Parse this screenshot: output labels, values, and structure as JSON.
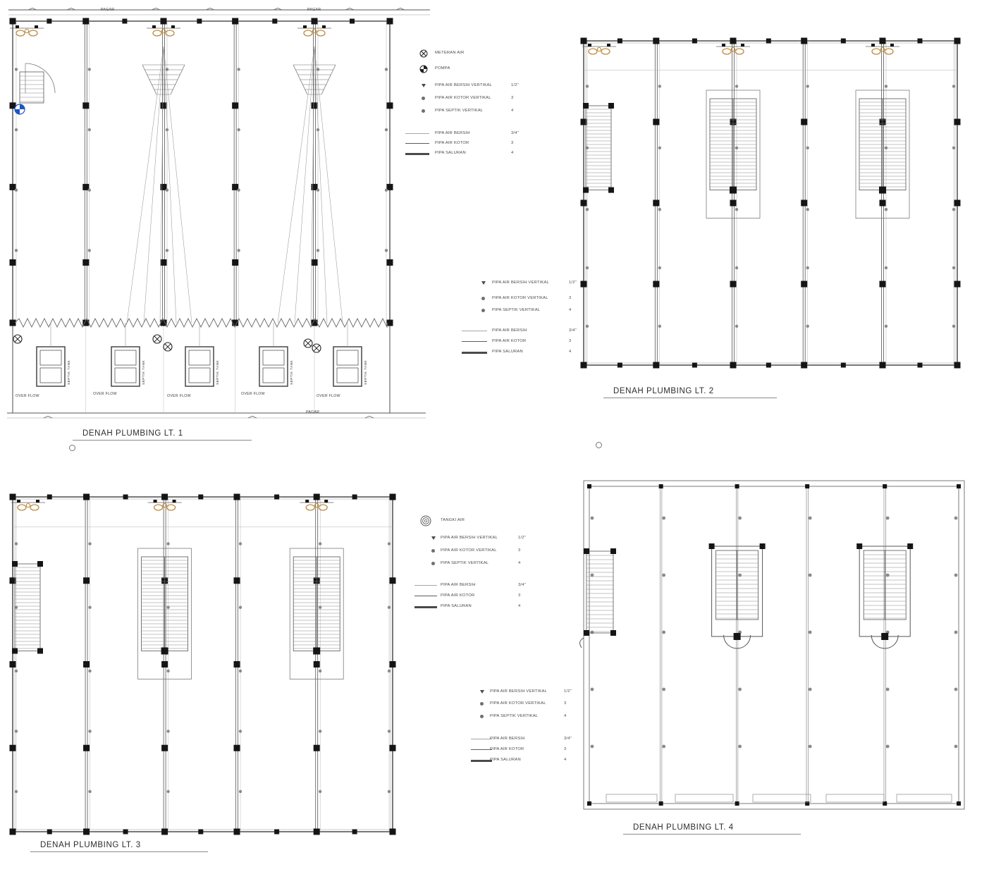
{
  "drawing": {
    "background": "#ffffff",
    "line_color": "#444444",
    "accent_orange": "#c08a3e",
    "accent_blue": "#1c55c0"
  },
  "plans": [
    {
      "title": "DENAH PLUMBING LT. 1",
      "annotations": {
        "pagar": "PAGAR",
        "septik_tank": "SEPTIK TANK",
        "over_flow": "OVER FLOW"
      },
      "legend": {
        "items": [
          {
            "icon": "water-meter",
            "label": "METERAN AIR",
            "size": ""
          },
          {
            "icon": "pump",
            "label": "POMPA",
            "size": ""
          },
          {
            "icon": "triangle-down",
            "label": "PIPA AIR BERSIH VERTIKAL",
            "size": "1/2\""
          },
          {
            "icon": "dot",
            "label": "PIPA AIR KOTOR VERTIKAL",
            "size": "3"
          },
          {
            "icon": "dot",
            "label": "PIPA SEPTIK VERTIKAL",
            "size": "4"
          },
          {
            "icon": "line-thin",
            "label": "PIPA AIR BERSIH",
            "size": "3/4\""
          },
          {
            "icon": "line-medium",
            "label": "PIPA AIR KOTOR",
            "size": "3"
          },
          {
            "icon": "line-thick",
            "label": "PIPA SALURAN",
            "size": "4"
          }
        ]
      }
    },
    {
      "title": "DENAH PLUMBING LT. 2",
      "legend": {
        "items": [
          {
            "icon": "triangle-down",
            "label": "PIPA AIR BERSIH VERTIKAL",
            "size": "1/2\""
          },
          {
            "icon": "dot",
            "label": "PIPA AIR KOTOR VERTIKAL",
            "size": "3"
          },
          {
            "icon": "dot",
            "label": "PIPA SEPTIK VERTIKAL",
            "size": "4"
          },
          {
            "icon": "line-thin",
            "label": "PIPA AIR BERSIH",
            "size": "3/4\""
          },
          {
            "icon": "line-medium",
            "label": "PIPA AIR KOTOR",
            "size": "3"
          },
          {
            "icon": "line-thick",
            "label": "PIPA SALURAN",
            "size": "4"
          }
        ]
      }
    },
    {
      "title": "DENAH PLUMBING LT. 3",
      "legend": {
        "items": [
          {
            "icon": "water-tank",
            "label": "TANGKI AIR",
            "size": ""
          },
          {
            "icon": "triangle-down",
            "label": "PIPA AIR BERSIH VERTIKAL",
            "size": "1/2\""
          },
          {
            "icon": "dot",
            "label": "PIPA AIR KOTOR VERTIKAL",
            "size": "3"
          },
          {
            "icon": "dot",
            "label": "PIPA SEPTIK VERTIKAL",
            "size": "4"
          },
          {
            "icon": "line-thin",
            "label": "PIPA AIR BERSIH",
            "size": "3/4\""
          },
          {
            "icon": "line-medium",
            "label": "PIPA AIR KOTOR",
            "size": "3"
          },
          {
            "icon": "line-thick",
            "label": "PIPA SALURAN",
            "size": "4"
          }
        ]
      }
    },
    {
      "title": "DENAH PLUMBING LT. 4",
      "legend": {
        "items": [
          {
            "icon": "triangle-down",
            "label": "PIPA AIR BERSIH VERTIKAL",
            "size": "1/2\""
          },
          {
            "icon": "dot",
            "label": "PIPA AIR KOTOR VERTIKAL",
            "size": "3"
          },
          {
            "icon": "dot",
            "label": "PIPA SEPTIK VERTIKAL",
            "size": "4"
          },
          {
            "icon": "line-thin",
            "label": "PIPA AIR BERSIH",
            "size": "3/4\""
          },
          {
            "icon": "line-medium",
            "label": "PIPA AIR KOTOR",
            "size": "3"
          },
          {
            "icon": "line-thick",
            "label": "PIPA SALURAN",
            "size": "4"
          }
        ]
      }
    }
  ]
}
